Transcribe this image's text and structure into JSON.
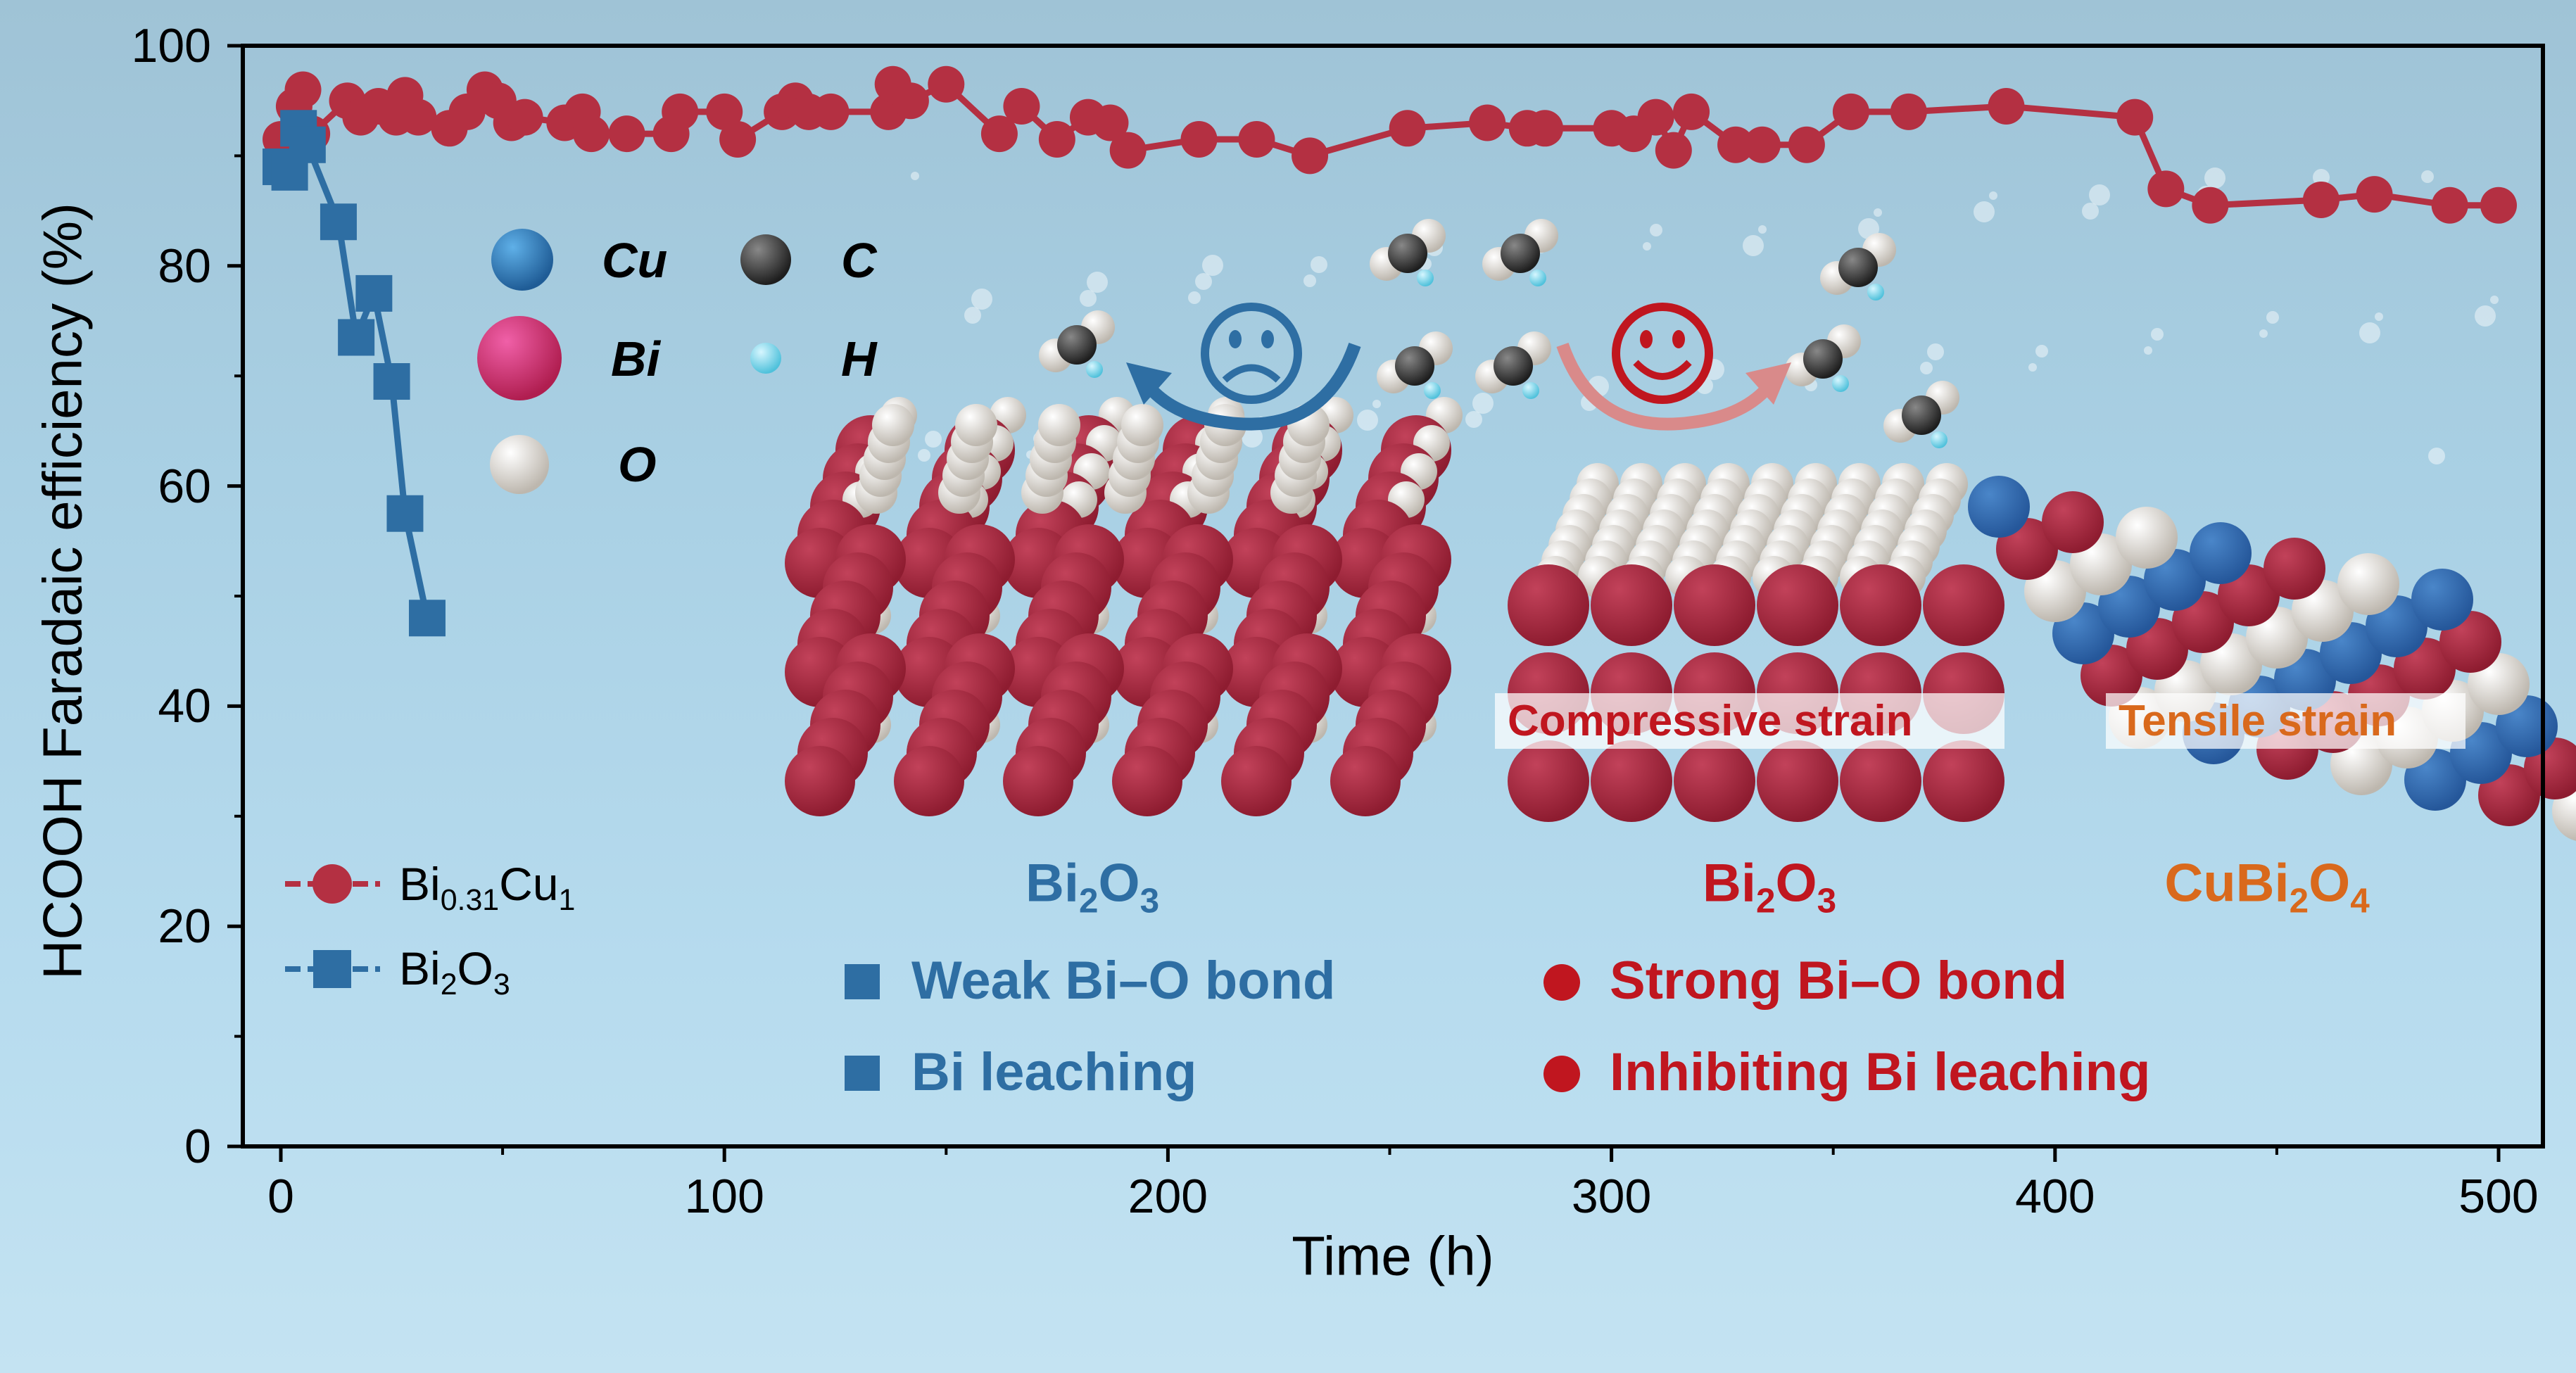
{
  "chart_data": {
    "type": "line",
    "xlabel": "Time (h)",
    "ylabel": "HCOOH Faradaic efficiency (%)",
    "xlim": [
      -5,
      510
    ],
    "ylim": [
      0,
      100
    ],
    "xticks": [
      "0",
      "100",
      "200",
      "300",
      "400",
      "500"
    ],
    "yticks": [
      "0",
      "20",
      "40",
      "60",
      "80",
      "100"
    ],
    "legend_position": "bottom-left",
    "series": [
      {
        "name": "Bi0.31Cu1",
        "name_parts": [
          "Bi",
          "0.31",
          "Cu",
          "1"
        ],
        "marker": "circle",
        "color": "#b43042",
        "x": [
          0,
          3,
          5,
          7,
          15,
          18,
          22,
          26,
          28,
          31,
          38,
          42,
          46,
          49,
          52,
          55,
          64,
          68,
          70,
          78,
          88,
          90,
          100,
          103,
          113,
          116,
          119,
          124,
          137,
          138,
          142,
          150,
          162,
          167,
          175,
          182,
          187,
          191,
          207,
          220,
          232,
          254,
          272,
          281,
          285,
          300,
          305,
          310,
          314,
          318,
          328,
          334,
          344,
          354,
          367,
          389,
          418,
          425,
          435,
          460,
          472,
          489,
          500
        ],
        "y": [
          91.5,
          94.5,
          96,
          92,
          95,
          93.5,
          94.5,
          93.5,
          95.5,
          93.5,
          92.5,
          94,
          96,
          95,
          93,
          93.5,
          93,
          94,
          92,
          92,
          92,
          94,
          94,
          91.5,
          94,
          95,
          94,
          94,
          94,
          96.5,
          95,
          96.5,
          92,
          94.5,
          91.5,
          93.5,
          93,
          90.5,
          91.5,
          91.5,
          90,
          92.5,
          93,
          92.5,
          92.5,
          92.5,
          92,
          93.5,
          90.5,
          94,
          91,
          91,
          91,
          94,
          94,
          94.5,
          93.5,
          87,
          85.5,
          86,
          86.5,
          85.5,
          85.5
        ]
      },
      {
        "name": "Bi2O3",
        "name_parts": [
          "Bi",
          "2",
          "O",
          "3"
        ],
        "marker": "square",
        "color": "#2e6ea3",
        "x": [
          0,
          2,
          4,
          6,
          13,
          17,
          21,
          25,
          28,
          33
        ],
        "y": [
          89,
          88.5,
          92.5,
          91,
          84,
          73.5,
          77.5,
          69.5,
          57.5,
          48
        ]
      }
    ]
  },
  "atoms": [
    {
      "symbol": "Cu",
      "color": "#2f7fc2"
    },
    {
      "symbol": "C",
      "color": "#3a3a3a"
    },
    {
      "symbol": "Bi",
      "color": "#d83a7a"
    },
    {
      "symbol": "H",
      "color": "#7fd6e8"
    },
    {
      "symbol": "O",
      "color": "#e8e8e8"
    }
  ],
  "illustration": {
    "left_material": [
      "Bi",
      "2",
      "O",
      "3"
    ],
    "middle_material": [
      "Bi",
      "2",
      "O",
      "3"
    ],
    "right_material": [
      "CuBi",
      "2",
      "O",
      "4"
    ],
    "compressive": "Compressive strain",
    "tensile": "Tensile strain",
    "left_points": [
      "Weak Bi–O bond",
      "Bi leaching"
    ],
    "right_points": [
      "Strong Bi–O bond",
      "Inhibiting Bi leaching"
    ],
    "colors": {
      "blue": "#2e6ea3",
      "red": "#c0161f",
      "orange": "#d9691c",
      "lattice_red": "#8e1c30",
      "lattice_white": "#e6e2dc",
      "lattice_blue": "#25579a"
    }
  }
}
